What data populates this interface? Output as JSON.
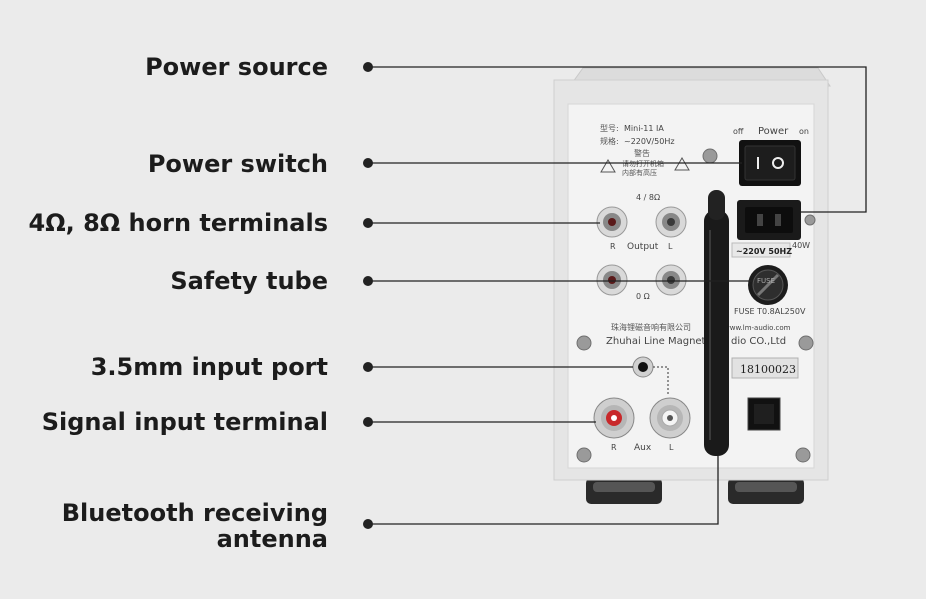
{
  "labels": {
    "power_source": "Power source",
    "power_switch": "Power switch",
    "horn_terminals": "4Ω, 8Ω horn terminals",
    "safety_tube": "Safety tube",
    "input_port": "3.5mm input port",
    "signal_input": "Signal input terminal",
    "bluetooth_line1": "Bluetooth receiving",
    "bluetooth_line2": "antenna"
  },
  "panel": {
    "model_label": "型号:",
    "model_value": "Mini-11 IA",
    "spec_label": "规格:",
    "spec_value": "~220V/50Hz",
    "warning_title": "警告",
    "warning_line1": "请勿打开机箱",
    "warning_line2": "内部有高压",
    "power_off": "off",
    "power_title": "Power",
    "power_on": "on",
    "impedance_top": "4 / 8Ω",
    "output_r": "R",
    "output_label": "Output",
    "output_l": "L",
    "zero_ohm": "0 Ω",
    "voltage_tag": "~220V 50HZ",
    "watt": "40W",
    "fuse_cap": "FUSE",
    "fuse_rating": "FUSE T0.8AL250V",
    "company_cn": "珠海锂磁音响有限公司",
    "website": "www.lm-audio.com",
    "company_en": "Zhuhai Line Magnet",
    "company_en_tail": "dio CO.,Ltd",
    "serial": "18100023",
    "aux_r": "R",
    "aux_label": "Aux",
    "aux_l": "L"
  },
  "colors": {
    "background": "#ebebeb",
    "label_text": "#1c1c1c",
    "leader_line": "#222222",
    "panel": "#efefef",
    "rca_red": "#c8282a",
    "antenna": "#1a1a1a"
  }
}
